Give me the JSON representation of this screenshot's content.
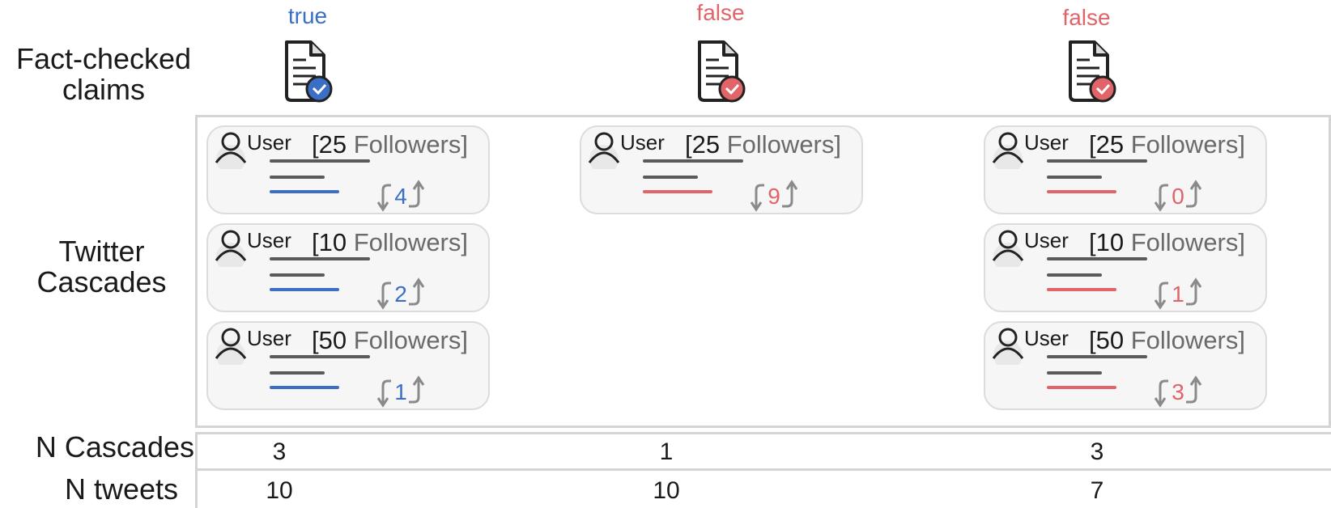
{
  "row_labels": {
    "claims": [
      "Fact-checked",
      "claims"
    ],
    "cascades": [
      "Twitter",
      "Cascades"
    ],
    "n_cascades": "N Cascades",
    "n_tweets": "N tweets"
  },
  "colors": {
    "true": "#3b6fc6",
    "false": "#e06468",
    "text": "#1a1a1a",
    "gray": "#6a6a6a"
  },
  "columns": [
    {
      "verdict": "true",
      "color": "#3b6fc6",
      "cascades": [
        {
          "user": "User",
          "open": "[",
          "count": "25",
          "word": "Followers",
          "close": "]",
          "retweets": "4"
        },
        {
          "user": "User",
          "open": "[",
          "count": "10",
          "word": "Followers",
          "close": "]",
          "retweets": "2"
        },
        {
          "user": "User",
          "open": "[",
          "count": "50",
          "word": "Followers",
          "close": "]",
          "retweets": "1"
        }
      ],
      "n_cascades": "3",
      "n_tweets": "10"
    },
    {
      "verdict": "false",
      "color": "#e06468",
      "cascades": [
        {
          "user": "User",
          "open": "[",
          "count": "25",
          "word": "Followers",
          "close": "]",
          "retweets": "9"
        }
      ],
      "n_cascades": "1",
      "n_tweets": "10"
    },
    {
      "verdict": "false",
      "color": "#e06468",
      "cascades": [
        {
          "user": "User",
          "open": "[",
          "count": "25",
          "word": "Followers",
          "close": "]",
          "retweets": "0"
        },
        {
          "user": "User",
          "open": "[",
          "count": "10",
          "word": "Followers",
          "close": "]",
          "retweets": "1"
        },
        {
          "user": "User",
          "open": "[",
          "count": "50",
          "word": "Followers",
          "close": "]",
          "retweets": "3"
        }
      ],
      "n_cascades": "3",
      "n_tweets": "7"
    }
  ],
  "icons": {
    "claim": "document-check-icon",
    "user": "user-icon",
    "retweet": "retweet-icon"
  }
}
